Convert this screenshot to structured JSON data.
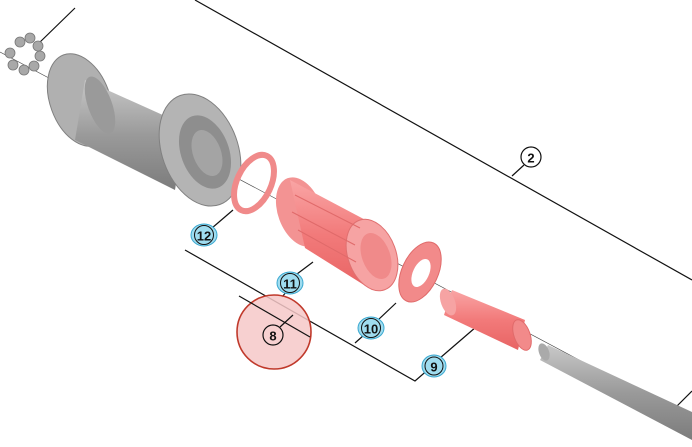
{
  "diagram": {
    "type": "exploded parts view",
    "callouts": [
      {
        "id": "2",
        "label": "2",
        "highlight": "none"
      },
      {
        "id": "8",
        "label": "8",
        "highlight": "selected"
      },
      {
        "id": "9",
        "label": "9",
        "highlight": "cyan"
      },
      {
        "id": "10",
        "label": "10",
        "highlight": "cyan"
      },
      {
        "id": "11",
        "label": "11",
        "highlight": "cyan"
      },
      {
        "id": "12",
        "label": "12",
        "highlight": "cyan"
      }
    ],
    "colors": {
      "highlight_part": "#f28080",
      "normal_part": "#9a9a9a",
      "callout_cyan": "#9fdcef",
      "selected_fill": "#f6c8c8",
      "selected_stroke": "#c0392b"
    }
  }
}
